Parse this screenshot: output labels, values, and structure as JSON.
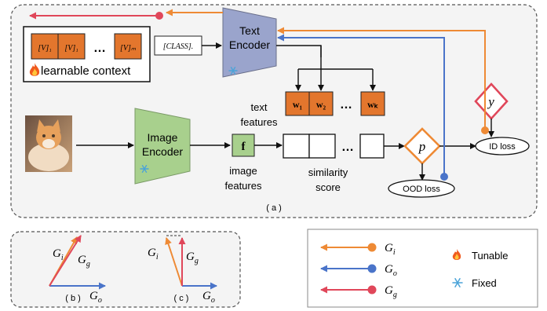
{
  "main_panel": {
    "prompt": {
      "tokens": [
        "[V]₁",
        "[V]₁",
        "[V]ₘ"
      ],
      "ellipsis": "…",
      "class_token": "[CLASS].",
      "caption": "learnable context"
    },
    "text_encoder": {
      "line1": "Text",
      "line2": "Encoder"
    },
    "image_encoder": {
      "line1": "Image",
      "line2": "Encoder"
    },
    "text_features": {
      "label_line1": "text",
      "label_line2": "features",
      "weights": [
        "w₁",
        "w₂",
        "wₖ"
      ],
      "ellipsis": "…"
    },
    "image_feature": {
      "symbol": "f",
      "label_line1": "image",
      "label_line2": "features"
    },
    "similarity": {
      "label_line1": "similarity",
      "label_line2": "score",
      "ellipsis": "…"
    },
    "p_node": "p",
    "y_node": "y",
    "id_loss": "ID loss",
    "ood_loss": "OOD loss",
    "panel_label": "( a )"
  },
  "sub_b": {
    "gi": "G",
    "gi_sub": "i",
    "gg": "G",
    "gg_sub": "g",
    "go": "G",
    "go_sub": "o",
    "label": "( b )"
  },
  "sub_c": {
    "gi": "G",
    "gi_sub": "i",
    "gg": "G",
    "gg_sub": "g",
    "go": "G",
    "go_sub": "o",
    "label": "( c )"
  },
  "legend": {
    "gradients": [
      {
        "symbol": "G",
        "sub": "i",
        "color": "#ee8a35"
      },
      {
        "symbol": "G",
        "sub": "o",
        "color": "#4a74c9"
      },
      {
        "symbol": "G",
        "sub": "g",
        "color": "#e0475a"
      }
    ],
    "tunable": "Tunable",
    "fixed": "Fixed"
  },
  "colors": {
    "orange_box": "#e3762d",
    "encoder_text": "#9aa4cc",
    "encoder_image": "#a8d08d",
    "orange": "#ee8a35",
    "blue": "#4a74c9",
    "red": "#e0475a",
    "diamond_p": "#ee8a35",
    "diamond_y": "#e0475a"
  }
}
